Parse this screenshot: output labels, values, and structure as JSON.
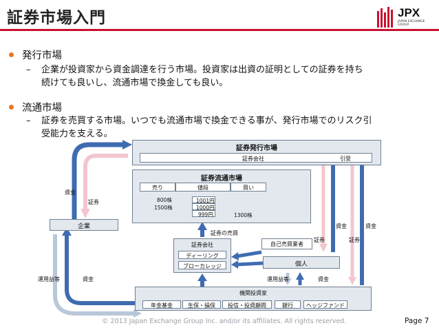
{
  "header": {
    "title": "証券市場入門",
    "logo_text": "JPX",
    "logo_sub": "JAPAN EXCHANGE GROUP",
    "accent_color": "#c8102e"
  },
  "bullets": [
    {
      "head": "発行市場",
      "sub_lines": [
        "企業が投資家から資金調達を行う市場。投資家は出資の証明としての証券を持ち",
        "続けても良いし、流通市場で換金しても良い。"
      ]
    },
    {
      "head": "流通市場",
      "sub_lines": [
        "証券を売買する市場。いつでも流通市場で換金できる事が、発行市場でのリスク引",
        "受能力を支える。"
      ]
    }
  ],
  "dash": "–",
  "diagram": {
    "issue_market": {
      "title": "証券発行市場",
      "company": "証券会社",
      "underwriting": "引受"
    },
    "trading_market": {
      "title": "証券流通市場",
      "headers": {
        "sell": "売り",
        "price": "値段",
        "buy": "買い"
      },
      "sell_qty": [
        "800株",
        "1500株"
      ],
      "prices": [
        "1001円",
        "1000円",
        "999円"
      ],
      "buy_qty": "1300株"
    },
    "company": "企業",
    "sec_firm": {
      "title": "証券会社",
      "dealing": "ディーリング",
      "brokerage": "ブローカレッジ"
    },
    "self_dealer": "自己売買業者",
    "individual": "個人",
    "institutional": {
      "title": "機関投資家",
      "types": [
        "年金基金",
        "生保・損保",
        "投信・投資顧問",
        "銀行",
        "ヘッジファンド"
      ]
    },
    "flow": {
      "funds": "資金",
      "securities": "証券",
      "sec_trading": "証券の売買",
      "returns": "運用益等"
    }
  },
  "footer": {
    "copyright": "© 2013 Japan Exchange Group Inc. and/or its affiliates. All rights reserved.",
    "page": "Page 7"
  }
}
